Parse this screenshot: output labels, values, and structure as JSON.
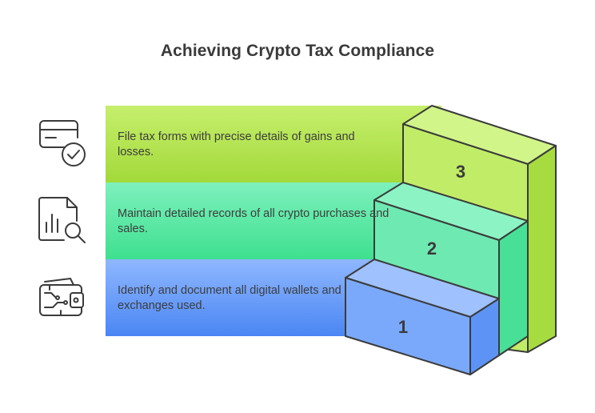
{
  "title": "Achieving Crypto Tax Compliance",
  "steps": [
    {
      "number": "1",
      "text": "Identify and document all digital wallets and exchanges used.",
      "icon": "wallet-circuit-icon",
      "color": "#5b93f5"
    },
    {
      "number": "2",
      "text": "Maintain detailed records of all crypto purchases and sales.",
      "icon": "document-chart-search-icon",
      "color": "#4fe6a0"
    },
    {
      "number": "3",
      "text": "File tax forms with precise details of gains and losses.",
      "icon": "card-checkmark-icon",
      "color": "#b5e84a"
    }
  ]
}
